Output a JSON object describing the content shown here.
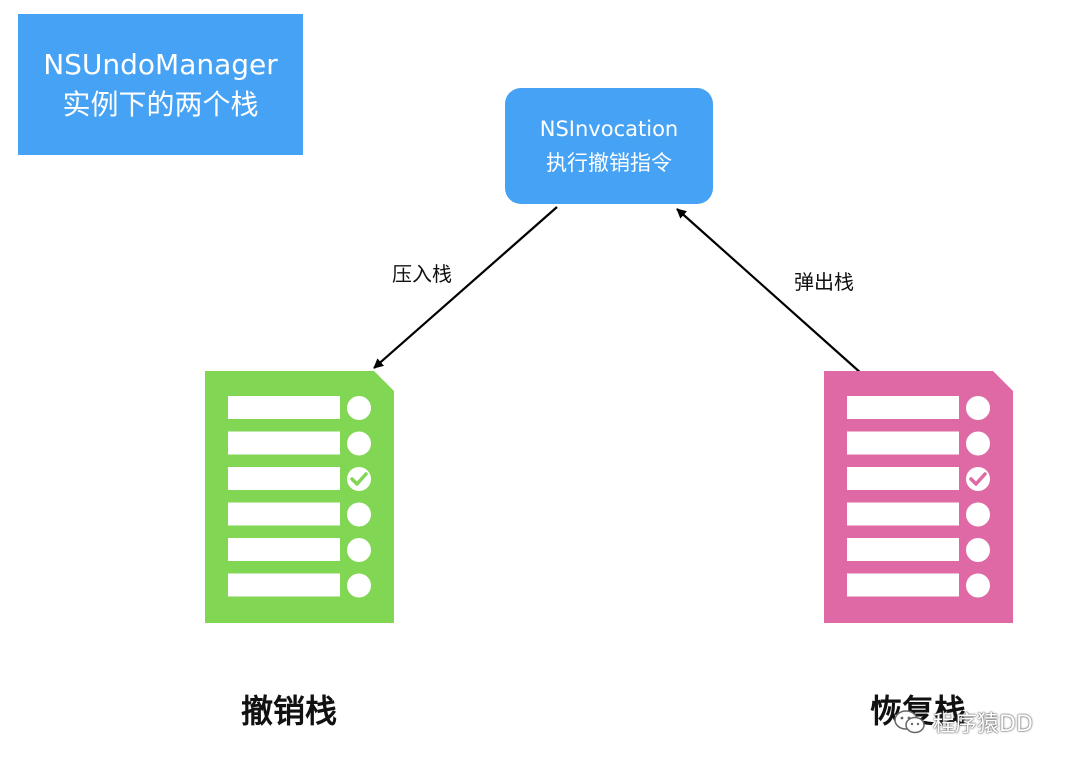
{
  "title_box": {
    "line1": "NSUndoManager",
    "line2": "实例下的两个栈"
  },
  "invocation_box": {
    "line1": "NSInvocation",
    "line2": "执行撤销指令"
  },
  "edges": {
    "push_label": "压入栈",
    "pop_label": "弹出栈"
  },
  "stacks": {
    "undo": {
      "label": "撤销栈",
      "color": "#81d653",
      "rows": 6,
      "checked_row": 3
    },
    "redo": {
      "label": "恢复栈",
      "color": "#de69a4",
      "rows": 6,
      "checked_row": 3
    }
  },
  "watermark": {
    "text": "程序猿DD",
    "icon": "wechat-icon"
  },
  "colors": {
    "box_blue": "#46a2f4"
  }
}
